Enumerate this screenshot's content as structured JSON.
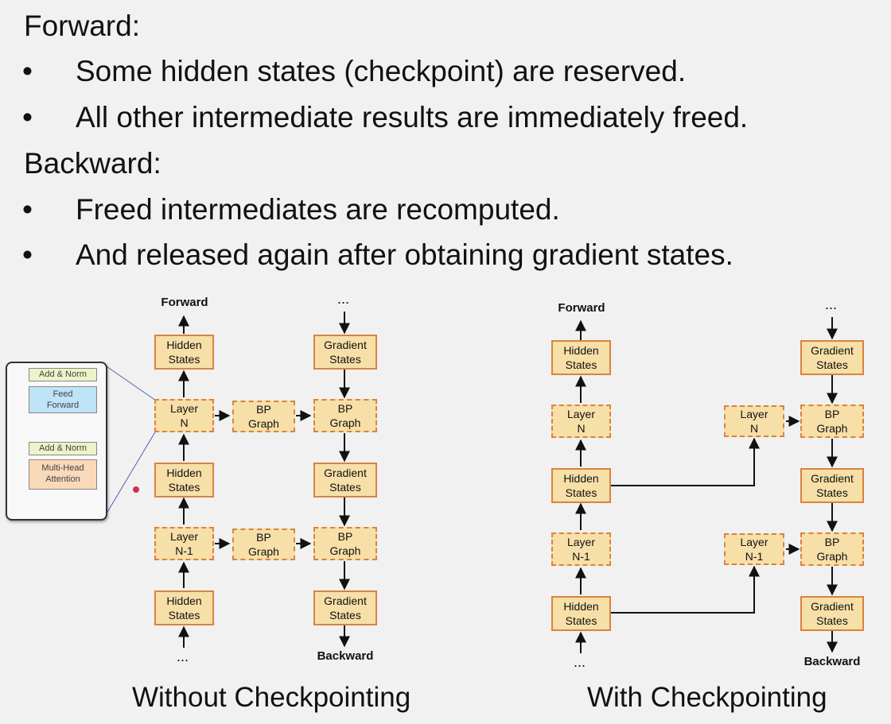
{
  "forward_heading": "Forward:",
  "forward_bullets": [
    "Some hidden states (checkpoint) are reserved.",
    "All other intermediate results are immediately freed."
  ],
  "backward_heading": "Backward:",
  "backward_bullets": [
    "Freed intermediates are recomputed.",
    "And released again after obtaining gradient states."
  ],
  "bullet_glyph": "•",
  "inset": {
    "add_norm_top": "Add & Norm",
    "feed_forward": [
      "Feed",
      "Forward"
    ],
    "add_norm_bottom": "Add & Norm",
    "multi_head": [
      "Multi-Head",
      "Attention"
    ]
  },
  "left_diagram": {
    "top_label": "Forward",
    "bottom_label": "Backward",
    "ellipsis": "...",
    "hidden_states": [
      "Hidden",
      "States"
    ],
    "layer_n": [
      "Layer",
      "N"
    ],
    "layer_n1": [
      "Layer",
      "N-1"
    ],
    "bp_graph": [
      "BP",
      "Graph"
    ],
    "gradient_states": [
      "Gradient",
      "States"
    ],
    "caption": "Without Checkpointing"
  },
  "right_diagram": {
    "top_label": "Forward",
    "bottom_label": "Backward",
    "ellipsis": "...",
    "hidden_states": [
      "Hidden",
      "States"
    ],
    "layer_n": [
      "Layer",
      "N"
    ],
    "layer_n1": [
      "Layer",
      "N-1"
    ],
    "bp_graph": [
      "BP",
      "Graph"
    ],
    "gradient_states": [
      "Gradient",
      "States"
    ],
    "caption": "With Checkpointing"
  },
  "colors": {
    "box_fill": "#f7dfa8",
    "box_border": "#d9833e",
    "feed_forward_fill": "#bfe3f7",
    "add_norm_fill": "#eef2c8",
    "attention_fill": "#f9d9b8"
  }
}
